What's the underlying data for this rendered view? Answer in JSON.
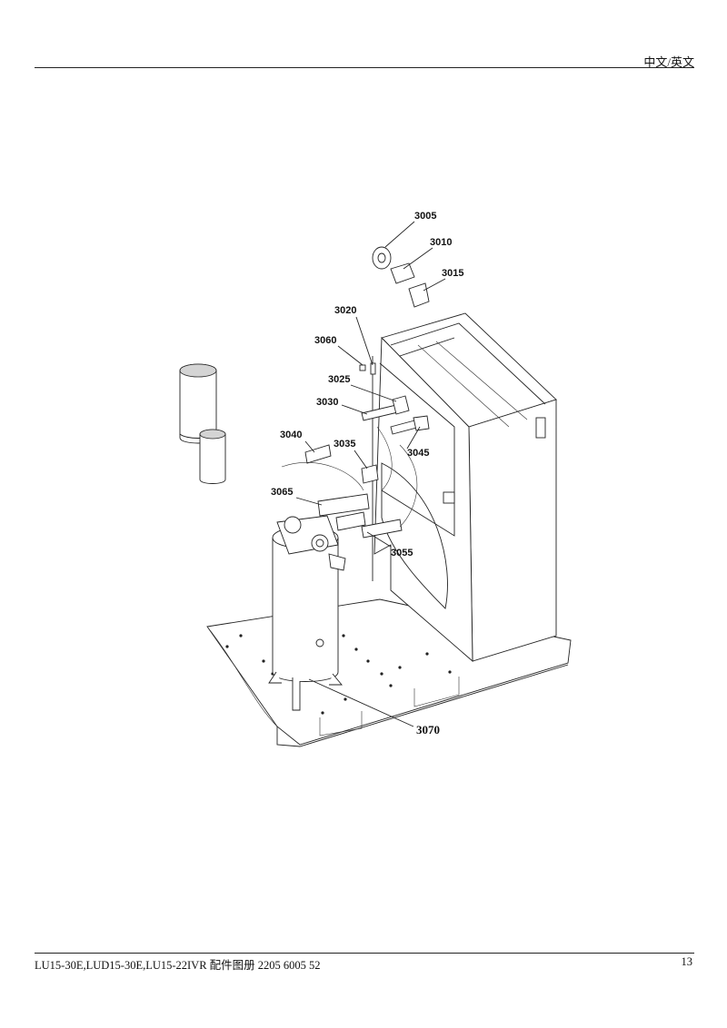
{
  "header": {
    "language": "中文/英文"
  },
  "footer": {
    "document_title": "LU15-30E,LUD15-30E,LU15-22IVR  配件图册 2205 6005 52",
    "page_number": "13"
  },
  "callouts": [
    "3005",
    "3010",
    "3015",
    "3020",
    "3060",
    "3025",
    "3030",
    "3040",
    "3035",
    "3045",
    "3065",
    "3055",
    "3070"
  ]
}
